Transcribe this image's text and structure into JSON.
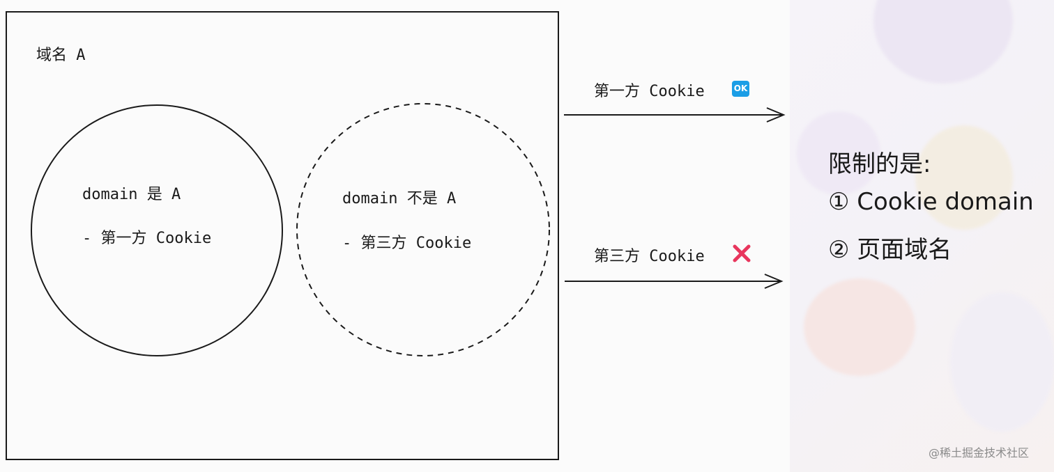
{
  "domain_box": {
    "title": "域名 A"
  },
  "circles": [
    {
      "line1": "domain 是 A",
      "line2": "- 第一方 Cookie"
    },
    {
      "line1": "domain 不是 A",
      "line2": "- 第三方 Cookie"
    }
  ],
  "arrows": [
    {
      "label": "第一方 Cookie",
      "badge": "OK",
      "badge_icon": "ok-button-icon"
    },
    {
      "label": "第三方 Cookie",
      "badge_icon": "cross-mark-icon"
    }
  ],
  "restriction": {
    "heading": "限制的是:",
    "items": [
      "① Cookie domain",
      "② 页面域名"
    ]
  },
  "watermark": "@稀土掘金技术社区",
  "colors": {
    "ok_badge": "#1b9ee6",
    "cross_mark": "#e8365d"
  }
}
